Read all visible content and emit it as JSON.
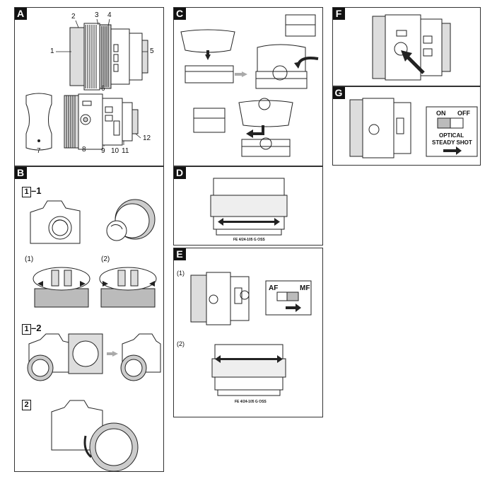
{
  "panels": {
    "A": {
      "label": "A"
    },
    "B": {
      "label": "B"
    },
    "C": {
      "label": "C"
    },
    "D": {
      "label": "D"
    },
    "E": {
      "label": "E"
    },
    "F": {
      "label": "F"
    },
    "G": {
      "label": "G"
    }
  },
  "callouts_a": [
    "1",
    "2",
    "3",
    "4",
    "5",
    "6",
    "7",
    "8",
    "9",
    "10",
    "11",
    "12"
  ],
  "steps_b": {
    "s1": "1",
    "s1_1_suffix": "–1",
    "s1_2_suffix": "–2",
    "s2": "2",
    "sub1": "(1)",
    "sub2": "(2)"
  },
  "steps_e": {
    "sub1": "(1)",
    "sub2": "(2)"
  },
  "switch_af": {
    "af": "AF",
    "mf": "MF"
  },
  "switch_oss": {
    "on": "ON",
    "off": "OFF",
    "label1": "OPTICAL",
    "label2": "STEADY SHOT"
  },
  "lens_model": "FE 4/24-105 G OSS",
  "colors": {
    "line": "#222222",
    "fill": "#ffffff",
    "shade": "#bfbfbf",
    "dark": "#555555",
    "arrow_gray": "#aaaaaa",
    "badge": "#111111"
  }
}
